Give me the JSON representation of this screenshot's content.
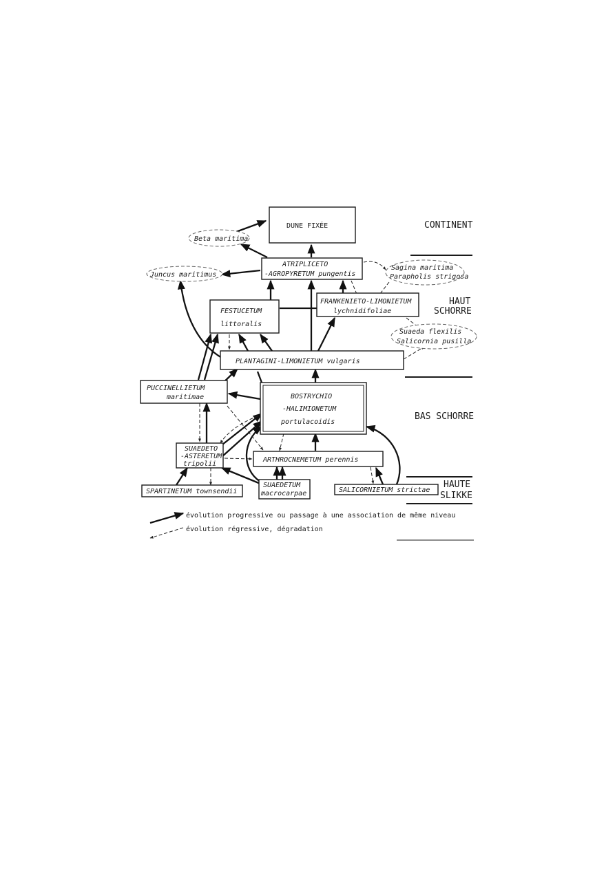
{
  "zones": {
    "continent": "CONTINENT",
    "haut_schorre_1": "HAUT",
    "haut_schorre_2": "SCHORRE",
    "bas_schorre": "BAS SCHORRE",
    "haute_slikke_1": "HAUTE",
    "haute_slikke_2": "SLIKKE"
  },
  "nodes": {
    "dune": "DUNE   FIXÉE",
    "beta": "Beta maritima",
    "juncus": "Juncus maritimus",
    "atripliceto_1": "ATRIPLICETO",
    "atripliceto_2": "-AGROPYRETUM pungentis",
    "sagina_1": "Sagina maritima",
    "sagina_2": "Parapholis strigosa",
    "festucetum_1": "FESTUCETUM",
    "festucetum_2": "littoralis",
    "frankenieto_1": "FRANKENIETO-LIMONIETUM",
    "frankenieto_2": "lychnidifoliae",
    "suaeda_1": "Suaeda flexilis",
    "suaeda_2": "Salicornia pusilla",
    "plantagini": "PLANTAGINI-LIMONIETUM vulgaris",
    "puccinellietum_1": "PUCCINELLIETUM",
    "puccinellietum_2": "maritimae",
    "bostrychio_1": "BOSTRYCHIO",
    "bostrychio_2": "-HALIMIONETUM",
    "bostrychio_3": "portulacoidis",
    "suaedeto_1": "SUAEDETO",
    "suaedeto_2": "-ASTERETUM",
    "suaedeto_3": "tripolii",
    "arthrocnemetum": "ARTHROCNEMETUM  perennis",
    "spartinetum": "SPARTINETUM townsendii",
    "suaedetum_1": "SUAEDETUM",
    "suaedetum_2": "macrocarpae",
    "salicornietum": "SALICORNIETUM strictae"
  },
  "legend": {
    "progressive": "évolution progressive ou passage à une association de même niveau",
    "regressive": "évolution régressive, dégradation"
  }
}
